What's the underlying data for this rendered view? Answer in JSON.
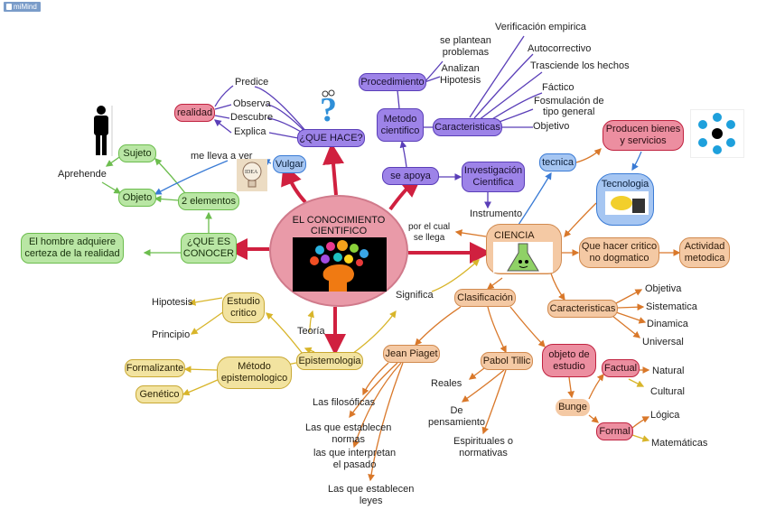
{
  "app": {
    "badge_label": "miMind"
  },
  "central": {
    "title_line1": "EL CONOCIMIENTO",
    "title_line2": "CIENTIFICO",
    "image": "brain-head-image"
  },
  "que_hace": {
    "label": "¿QUE HACE?",
    "children": [
      "Predice",
      "Observa",
      "Descubre",
      "Explica"
    ],
    "target": "realidad"
  },
  "vulgar": {
    "label": "Vulgar",
    "edge_label": "me lleva a ver",
    "image": "idea-bulb-image"
  },
  "que_es_conocer": {
    "label_line1": "¿QUE ES",
    "label_line2": "CONOCER",
    "result_line1": "El hombre adquiere",
    "result_line2": "certeza de la realidad",
    "elements": "2 elementos",
    "sujeto": "Sujeto",
    "objeto": "Objeto",
    "aprehende": "Aprehende"
  },
  "metodo": {
    "se_apoya": "se apoya",
    "metodo_line1": "Metodo",
    "metodo_line2": "cientifico",
    "procedimiento": "Procedimiento",
    "proc_children": [
      {
        "line1": "se plantean",
        "line2": "problemas"
      },
      {
        "line1": "Analizan",
        "line2": "Hipotesis"
      }
    ],
    "caracteristicas": "Caracteristicas",
    "car_children": [
      "Verificación empirica",
      "Autocorrectivo",
      "Trasciende los hechos",
      "Fáctico",
      "Fosmulación de",
      "tipo general",
      "Objetivo"
    ],
    "investigacion_line1": "Investigación",
    "investigacion_line2": "Cientifica",
    "instrumento": "Instrumento"
  },
  "ciencia": {
    "label": "CIENCIA",
    "edge_label_line1": "por el cual",
    "edge_label_line2": "se llega",
    "tecnica": "tecnica",
    "producen_line1": "Producen bienes",
    "producen_line2": "y servicios",
    "tecnologia": "Tecnologia",
    "que_hacer_line1": "Que hacer critico",
    "que_hacer_line2": "no dogmatico",
    "actividad_line1": "Actividad",
    "actividad_line2": "metodica",
    "caracteristicas": "Caracteristicas",
    "car_children": [
      "Objetiva",
      "Sistematica",
      "Dinamica",
      "Universal"
    ]
  },
  "clasificacion": {
    "label": "Clasificación",
    "significa": "Significa",
    "jean_piaget": "Jean Piaget",
    "piaget_children": [
      {
        "line1": "Las filosóficas",
        "line2": ""
      },
      {
        "line1": "Las que establecen",
        "line2": "normas"
      },
      {
        "line1": "las que interpretan",
        "line2": "el pasado"
      },
      {
        "line1": "Las que establecen",
        "line2": "leyes"
      }
    ],
    "pabol": "Pabol Tillic",
    "pabol_children": [
      {
        "line1": "Reales",
        "line2": ""
      },
      {
        "line1": "De",
        "line2": "pensamiento"
      },
      {
        "line1": "Espirituales o",
        "line2": "normativas"
      }
    ],
    "objeto_line1": "objeto de",
    "objeto_line2": "estudio",
    "bunge": "Bunge",
    "factual": "Factual",
    "factual_children": [
      "Natural",
      "Cultural"
    ],
    "formal": "Formal",
    "formal_children": [
      "Lógica",
      "Matemáticas"
    ]
  },
  "epistemologia": {
    "label": "Epistemologia",
    "teoria": "Teoría",
    "estudio_line1": "Estudio",
    "estudio_line2": "critico",
    "estudio_children": [
      "Hipotesis",
      "Principio"
    ],
    "metodo_line1": "Método",
    "metodo_line2": "epistemologico",
    "metodo_children": [
      "Formalizante",
      "Genético"
    ]
  },
  "colors": {
    "central_arrow": "#d0203f",
    "purple": "#5a3eb8",
    "green": "#6cbd4e",
    "blue": "#3a7bd5",
    "orange": "#d9782a",
    "yellow": "#d8b52a"
  }
}
